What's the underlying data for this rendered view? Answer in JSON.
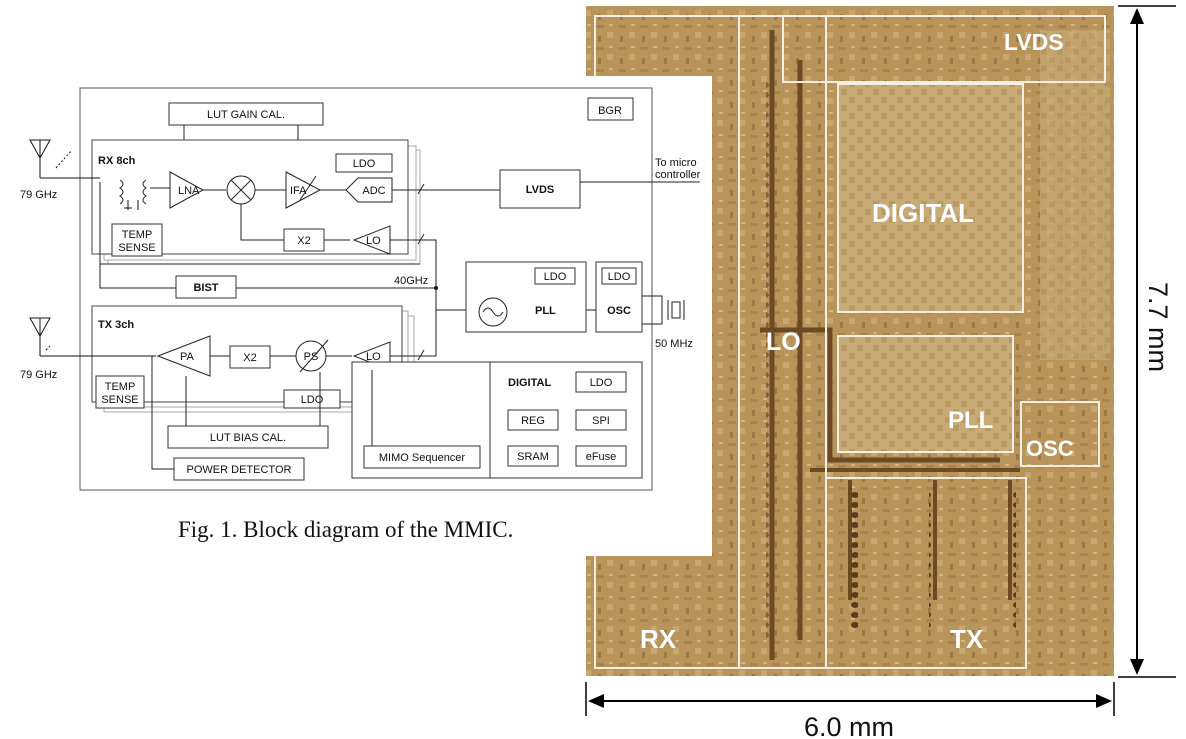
{
  "caption": "Fig. 1. Block diagram of the MMIC.",
  "die_photo": {
    "blocks": {
      "lvds": "LVDS",
      "digital": "DIGITAL",
      "lo": "LO",
      "pll": "PLL",
      "osc": "OSC",
      "rx": "RX",
      "tx": "TX"
    },
    "height_dim": "7.7 mm",
    "width_dim": "6.0 mm"
  },
  "block_diagram": {
    "lut_gain": "LUT GAIN CAL.",
    "bgr": "BGR",
    "rx_title": "RX 8ch",
    "rx_ldo": "LDO",
    "rx_freq": "79 GHz",
    "lna": "LNA",
    "ifa": "IFA",
    "adc": "ADC",
    "rx_x2": "X2",
    "rx_lo": "LO",
    "rx_temp1": "TEMP",
    "rx_temp2": "SENSE",
    "lvds": "LVDS",
    "micro1": "To micro",
    "micro2": "controller",
    "bist": "BIST",
    "lo_freq": "40GHz",
    "pll_ldo": "LDO",
    "pll": "PLL",
    "osc_ldo": "LDO",
    "osc": "OSC",
    "xtal": "50 MHz",
    "tx_title": "TX 3ch",
    "tx_freq": "79 GHz",
    "pa": "PA",
    "tx_x2": "X2",
    "ps": "PS",
    "tx_lo": "LO",
    "tx_temp1": "TEMP",
    "tx_temp2": "SENSE",
    "tx_ldo": "LDO",
    "lut_bias": "LUT BIAS CAL.",
    "power_det": "POWER DETECTOR",
    "digital": "DIGITAL",
    "dig_ldo": "LDO",
    "reg": "REG",
    "spi": "SPI",
    "sram": "SRAM",
    "efuse": "eFuse",
    "mimo": "MIMO Sequencer"
  },
  "colors": {
    "die_base": "#b8945a",
    "die_light": "#cfb07a",
    "die_dark": "#7a5a2e",
    "outline": "#f4efe2"
  }
}
